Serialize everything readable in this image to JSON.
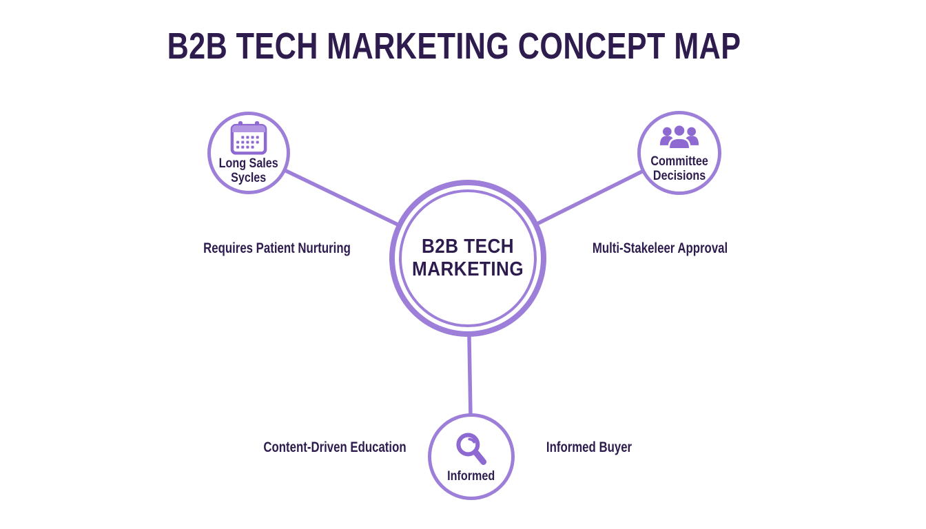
{
  "title": "B2B TECH MARKETING CONCEPT MAP",
  "colors": {
    "purple": "#9d7fd9",
    "icon-purple": "#8e69d1",
    "icon-purple-light": "#b497e2",
    "ink": "#2e1c4e",
    "background": "#ffffff"
  },
  "center": {
    "lines": [
      "B2B TECH",
      "MARKETING"
    ]
  },
  "nodes": {
    "sales": {
      "icon": "calendar-icon",
      "lines": [
        "Long Sales",
        "Sycles"
      ]
    },
    "committee": {
      "icon": "people-icon",
      "lines": [
        "Committee",
        "Decisions"
      ]
    },
    "informed": {
      "icon": "magnifier-icon",
      "lines": [
        "Informed"
      ]
    }
  },
  "annotations": {
    "left": "Requires Patient Nurturing",
    "right": "Multi-Stakeleer Approval",
    "bottom_left": "Content-Driven Education",
    "bottom_right": "Informed Buyer"
  }
}
